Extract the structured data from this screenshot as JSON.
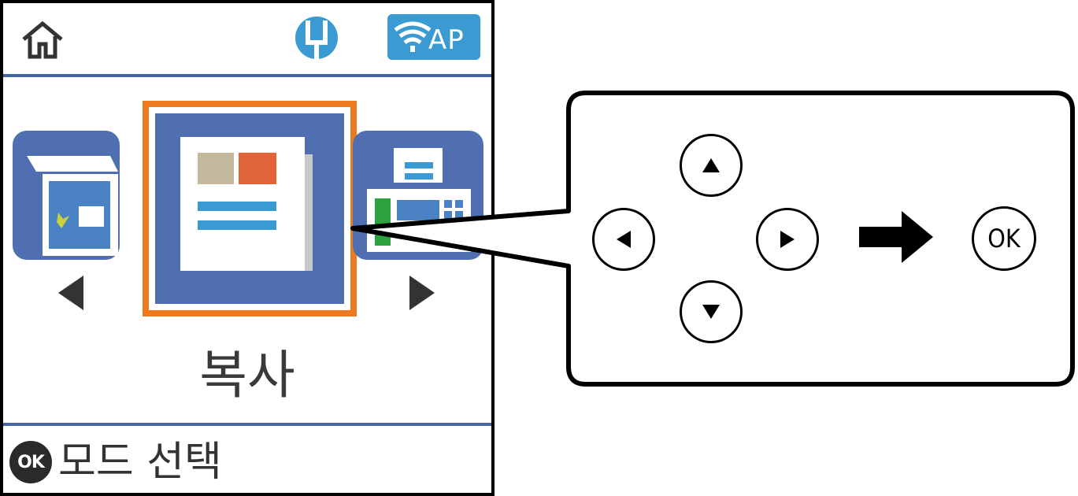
{
  "status_bar": {
    "home_icon": "home-icon",
    "usb_icon": "usb-connection-icon",
    "wifi_icon": "wifi-direct-icon",
    "wifi_label": "AP",
    "accent_color": "#3a9bd2"
  },
  "carousel": {
    "items": [
      {
        "id": "scan",
        "icon": "scan-icon",
        "selected": false
      },
      {
        "id": "copy",
        "icon": "copy-icon",
        "selected": true
      },
      {
        "id": "fax",
        "icon": "fax-icon",
        "selected": false
      }
    ],
    "selected_label": "복사",
    "selection_color": "#ee7a1f",
    "tile_color": "#4f6fb0",
    "prev_icon": "triangle-left-icon",
    "next_icon": "triangle-right-icon"
  },
  "footer": {
    "ok_badge": "OK",
    "label": "모드 선택"
  },
  "callout": {
    "buttons": [
      {
        "id": "up",
        "icon": "triangle-up-icon"
      },
      {
        "id": "left",
        "icon": "triangle-left-icon"
      },
      {
        "id": "right",
        "icon": "triangle-right-icon"
      },
      {
        "id": "down",
        "icon": "triangle-down-icon"
      }
    ],
    "arrow_icon": "arrow-right-icon",
    "ok_label": "OK"
  }
}
